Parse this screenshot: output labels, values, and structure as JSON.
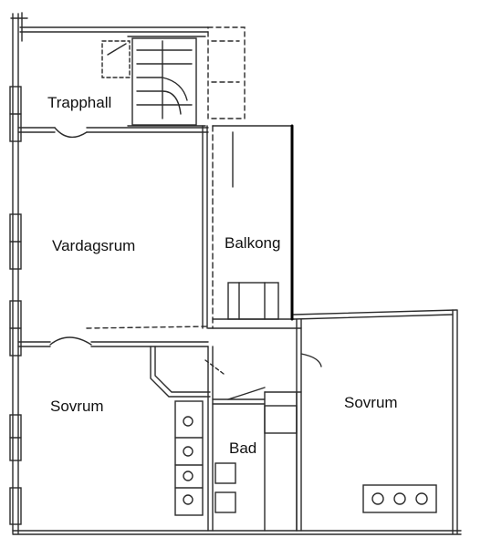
{
  "rooms": {
    "trapphall": "Trapphall",
    "vardagsrum": "Vardagsrum",
    "balkong": "Balkong",
    "sovrum_left": "Sovrum",
    "sovrum_right": "Sovrum",
    "bad": "Bad"
  },
  "colors": {
    "wall": "#2b2b2b",
    "balcony_rail": "#000000",
    "background": "#ffffff"
  }
}
